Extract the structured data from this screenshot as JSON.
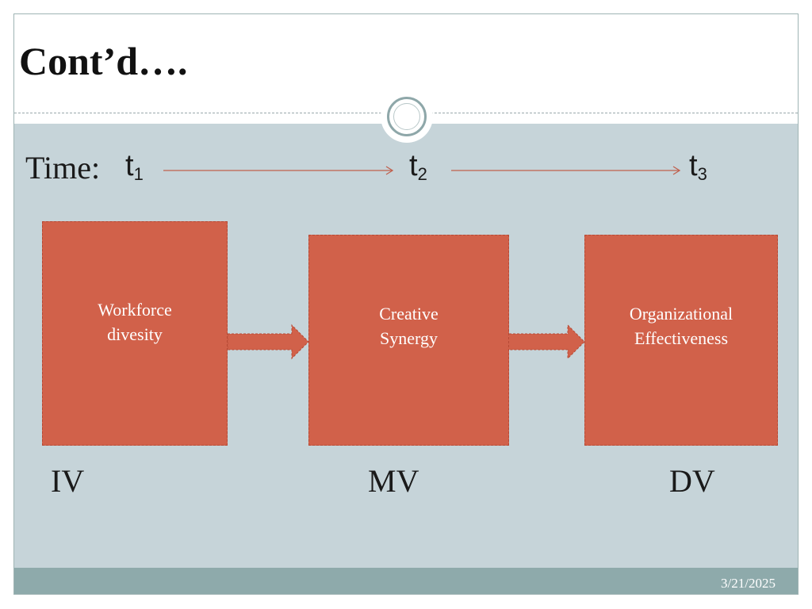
{
  "title": "Cont’d….",
  "timeline": {
    "time_label": "Time:",
    "points": [
      {
        "letter": "t",
        "sub": "1"
      },
      {
        "letter": "t",
        "sub": "2"
      },
      {
        "letter": "t",
        "sub": "3"
      }
    ]
  },
  "boxes": [
    {
      "text": "Workforce\ndivesity"
    },
    {
      "text": "Creative\nSynergy"
    },
    {
      "text": "Organizational\nEffectiveness"
    }
  ],
  "variables": [
    "IV",
    "MV",
    "DV"
  ],
  "footer": {
    "date": "3/21/2025"
  },
  "colors": {
    "box_fill": "#d1614a",
    "body_background": "#c6d4d9",
    "footer_background": "#8eaaab",
    "timeline_arrow": "#c0604d"
  }
}
